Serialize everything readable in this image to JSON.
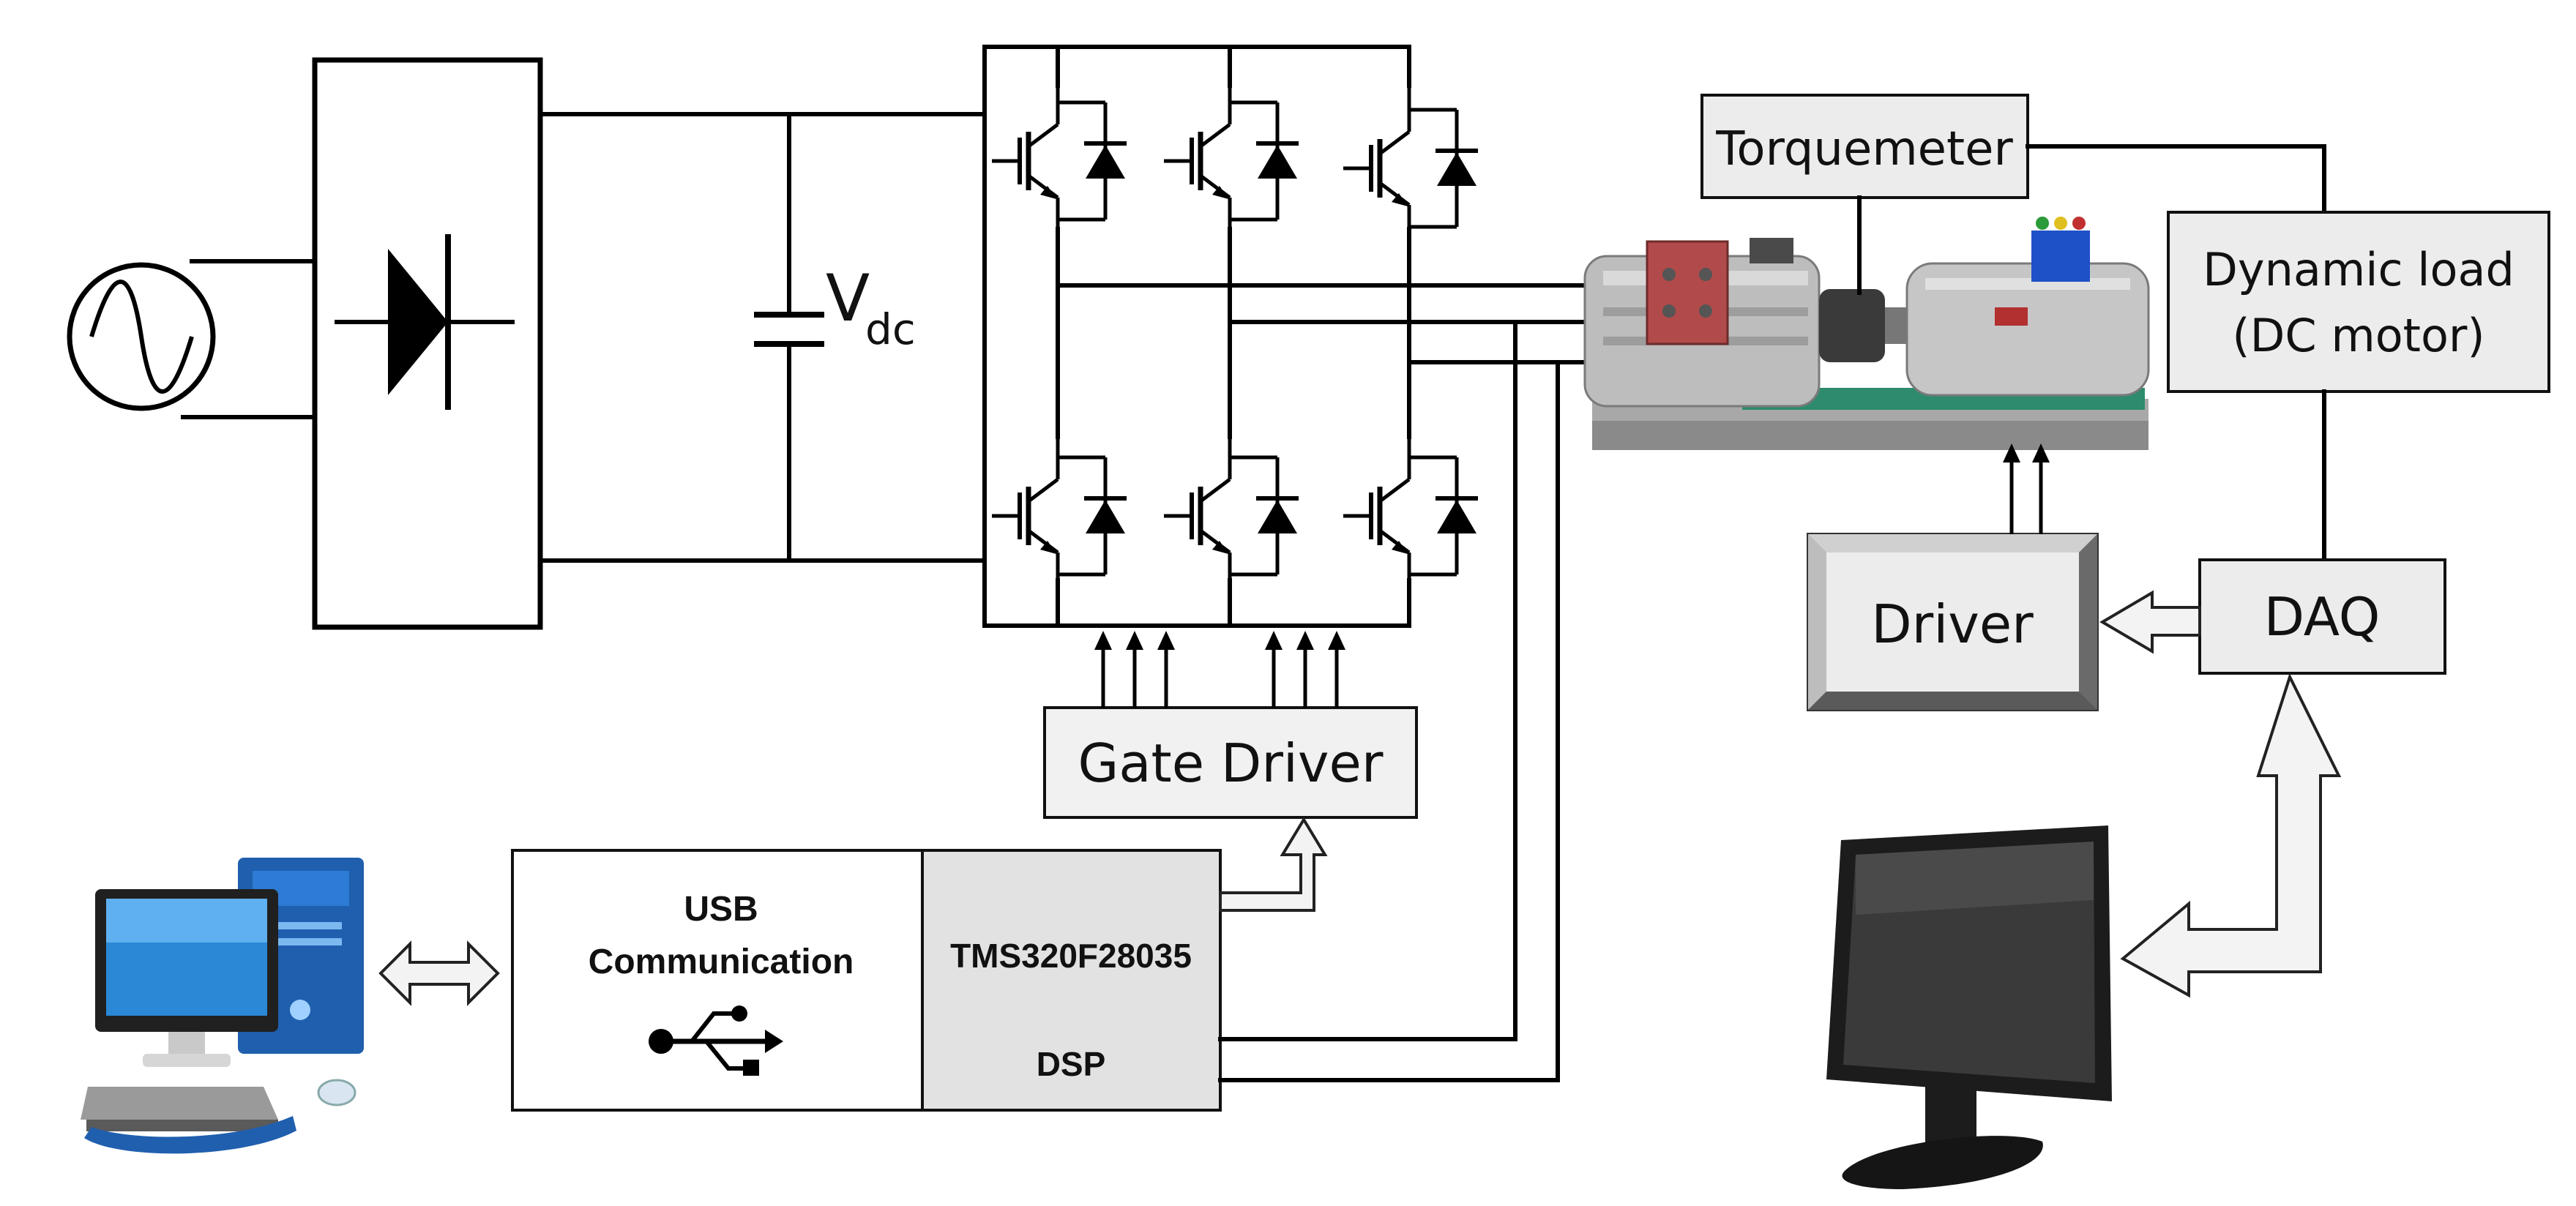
{
  "labels": {
    "vdc_main": "V",
    "vdc_sub": "dc",
    "torquemeter": "Torquemeter",
    "dynamic_load_line1": "Dynamic load",
    "dynamic_load_line2": "(DC motor)",
    "driver": "Driver",
    "daq": "DAQ",
    "gate_driver": "Gate Driver",
    "usb_line1": "USB",
    "usb_line2": "Communication",
    "dsp_line1": "TMS320F28035",
    "dsp_line2": "DSP"
  },
  "colors": {
    "box_fill": "#ececec",
    "gate_fill": "#f1f1f1",
    "dsp_fill": "#e2e2e2",
    "monitor_blue": "#2a88d6",
    "tower_blue": "#1f5fae",
    "motor_gray": "#bdbdbd",
    "base_green": "#2e8b6e",
    "screen_dark": "#2b2b2b"
  },
  "icons": {
    "ac_source": "sine-wave-source-icon",
    "rectifier": "diode-icon",
    "capacitor": "capacitor-icon",
    "switch": "igbt-switch-icon",
    "usb": "usb-symbol-icon",
    "pc": "desktop-computer-icon",
    "monitor": "lcd-monitor-icon",
    "motor_setup": "motor-test-bench-icon"
  }
}
